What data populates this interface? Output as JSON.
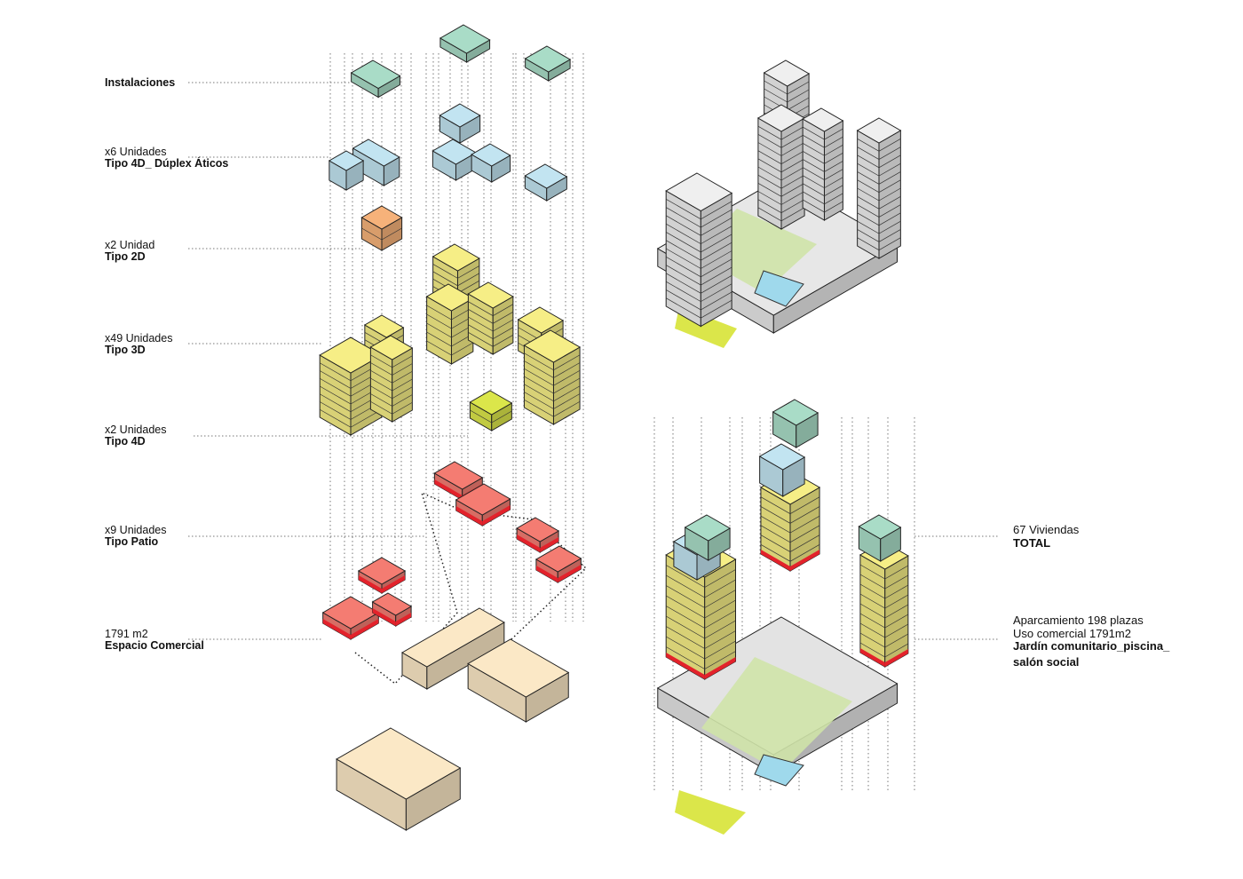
{
  "left_labels": [
    {
      "line1": "",
      "line2": "Instalaciones"
    },
    {
      "line1": "x6 Unidades",
      "line2": "Tipo 4D_ Dúplex Áticos"
    },
    {
      "line1": "x2 Unidad",
      "line2": "Tipo 2D"
    },
    {
      "line1": "x49 Unidades",
      "line2": "Tipo 3D"
    },
    {
      "line1": "x2 Unidades",
      "line2": "Tipo 4D"
    },
    {
      "line1": "x9 Unidades",
      "line2": "Tipo Patio"
    },
    {
      "line1": "1791 m2",
      "line2": "Espacio Comercial"
    }
  ],
  "right_labels": {
    "total_line1": "67 Viviendas",
    "total_line2": "TOTAL",
    "summary_line1": "Aparcamiento 198 plazas",
    "summary_line2": "Uso comercial 1791m2",
    "summary_line3": "Jardín comunitario_piscina_",
    "summary_line4": "salón social"
  },
  "colors": {
    "instalaciones": "#a9dcc7",
    "duplex": "#c2e4f1",
    "tipo_2d": "#f6b27a",
    "tipo_3d": "#f6ee86",
    "tipo_4d": "#dbe64a",
    "tipo_patio": "#f47c72",
    "comercial": "#fbe8c6",
    "garden": "#cfe3a8",
    "pool": "#9fd9ec"
  }
}
